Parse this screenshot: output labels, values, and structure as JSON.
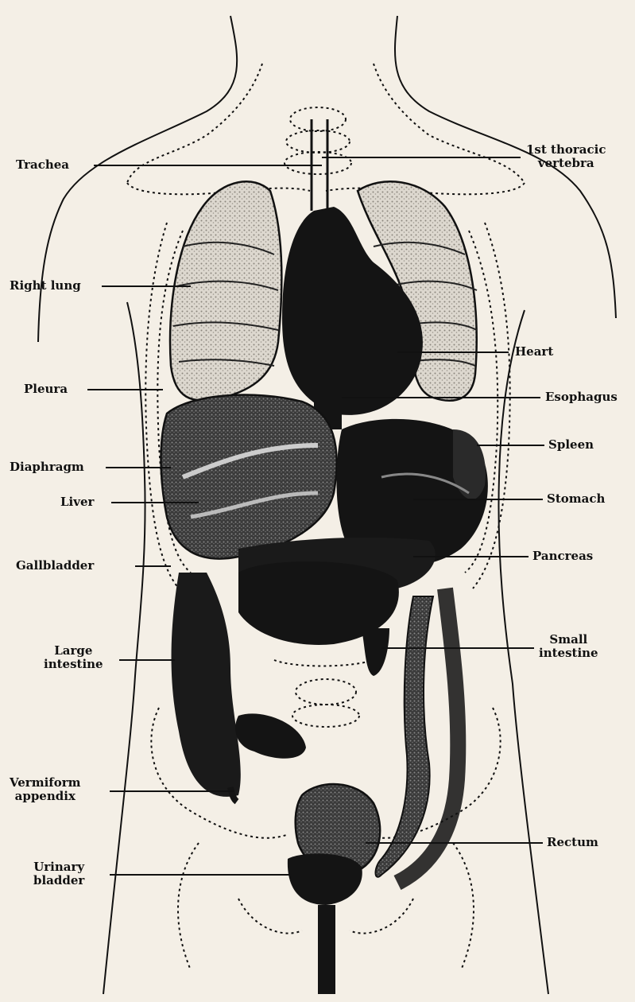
{
  "labels": {
    "trachea": "Trachea",
    "first_thoracic_1": "1st thoracic",
    "first_thoracic_2": "vertebra",
    "right_lung": "Right lung",
    "heart": "Heart",
    "pleura": "Pleura",
    "esophagus": "Esophagus",
    "spleen": "Spleen",
    "diaphragm": "Diaphragm",
    "liver": "Liver",
    "stomach": "Stomach",
    "gallbladder": "Gallbladder",
    "pancreas": "Pancreas",
    "large_intestine_1": "Large",
    "large_intestine_2": "intestine",
    "small_intestine_1": "Small",
    "small_intestine_2": "intestine",
    "appendix_1": "Vermiform",
    "appendix_2": "appendix",
    "rectum": "Rectum",
    "bladder_1": "Urinary",
    "bladder_2": "bladder"
  },
  "colors": {
    "paper": "#f4efe6",
    "ink": "#111111",
    "organ_dark": "#141414",
    "lung_stipple": "#c9c4bb"
  }
}
